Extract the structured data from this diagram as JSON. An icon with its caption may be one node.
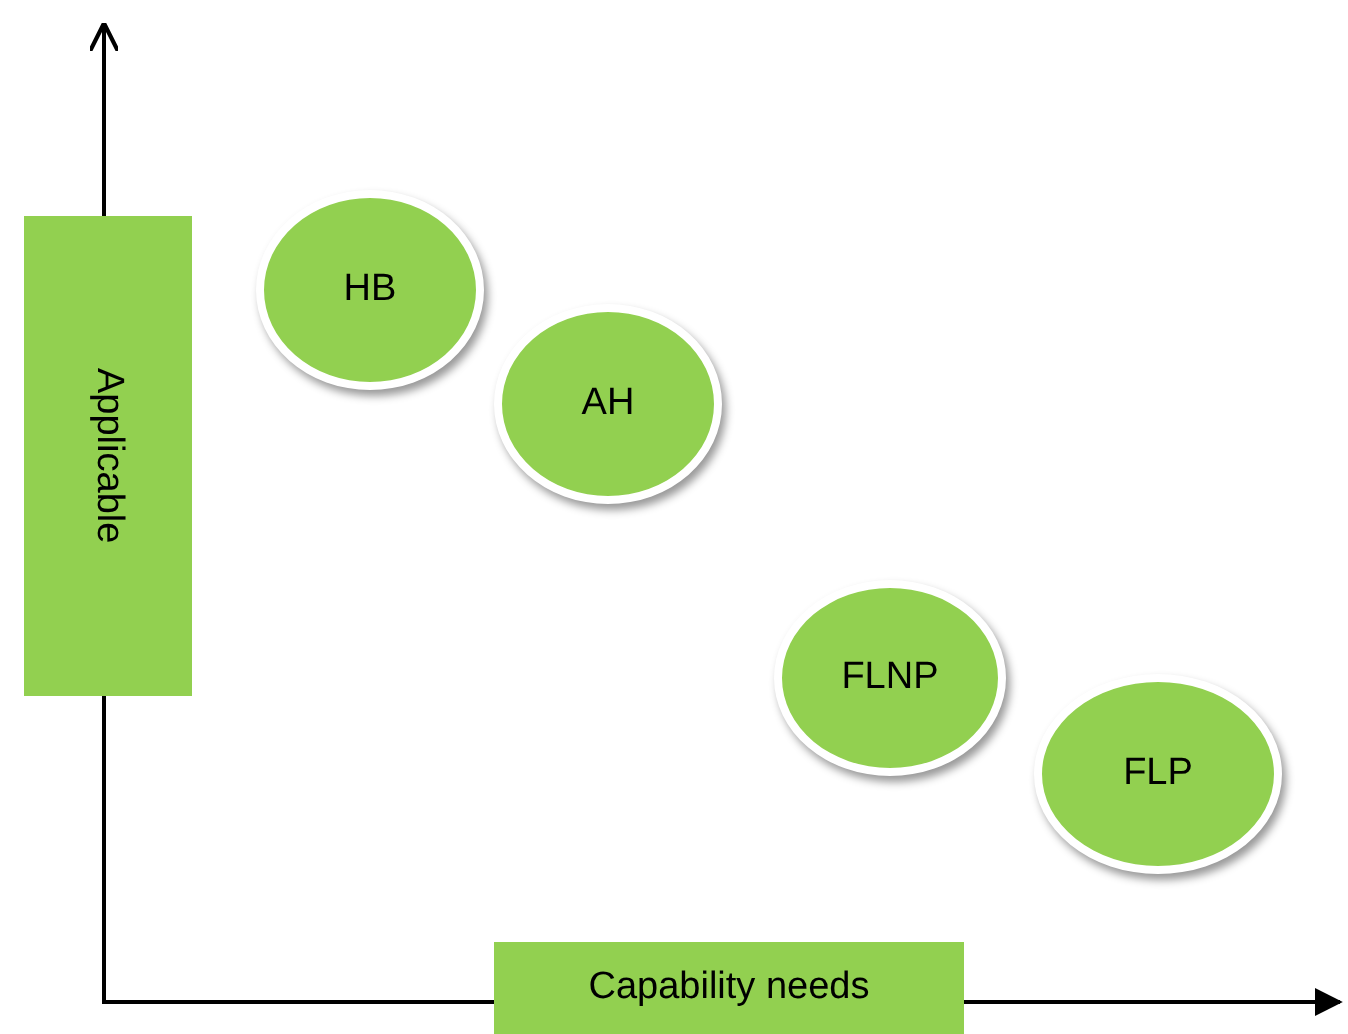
{
  "diagram": {
    "nodes": [
      {
        "text": [
          "Applicable"
        ]
      },
      {
        "text": [
          "HB"
        ]
      },
      {
        "text": [
          "AH"
        ]
      },
      {
        "text": [
          "FLNP"
        ]
      },
      {
        "text": [
          "FLP"
        ]
      },
      {
        "text": [
          "Capability needs"
        ]
      }
    ]
  }
}
